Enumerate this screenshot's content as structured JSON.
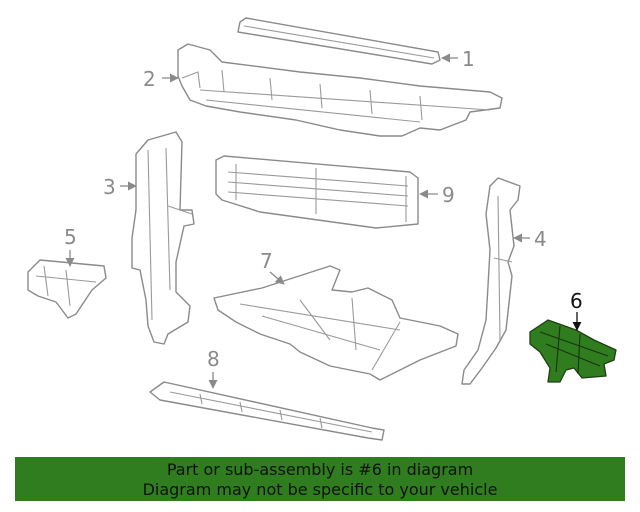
{
  "callouts": {
    "c1": "1",
    "c2": "2",
    "c3": "3",
    "c4": "4",
    "c5": "5",
    "c6": "6",
    "c7": "7",
    "c8": "8",
    "c9": "9"
  },
  "highlighted_part": "6",
  "highlight_color": "#2f7d1f",
  "banner": {
    "line1": "Part or sub-assembly is #6 in diagram",
    "line2": "Diagram may not be specific to your vehicle"
  }
}
